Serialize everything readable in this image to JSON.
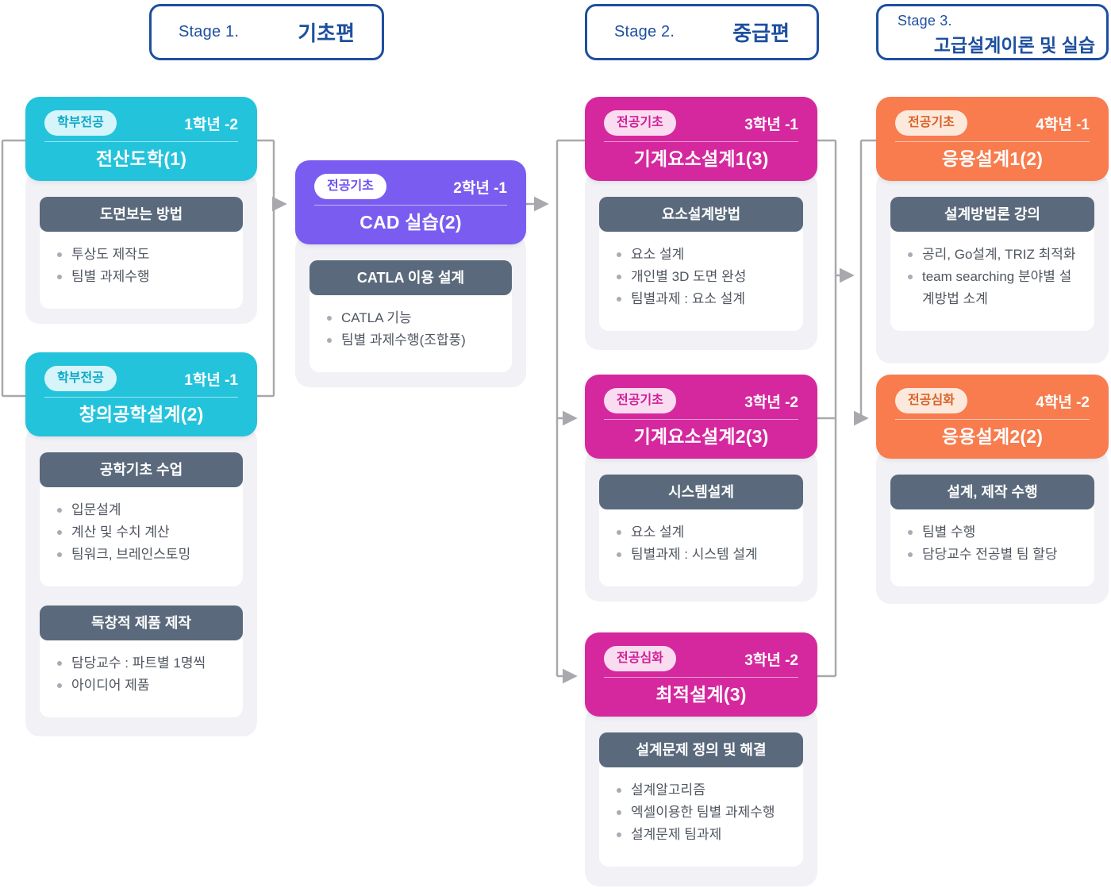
{
  "stages": [
    {
      "label": "Stage 1.",
      "title": "기초편"
    },
    {
      "label": "Stage 2.",
      "title": "중급편"
    },
    {
      "label": "Stage 3.",
      "title": "고급설계이론 및 실습"
    }
  ],
  "cards": [
    {
      "badge": "학부전공",
      "term": "1학년 -2",
      "title": "전산도학(1)",
      "sections": [
        {
          "heading": "도면보는 방법",
          "bullets": [
            "투상도 제작도",
            "팀별 과제수행"
          ]
        }
      ]
    },
    {
      "badge": "학부전공",
      "term": "1학년 -1",
      "title": "창의공학설계(2)",
      "sections": [
        {
          "heading": "공학기초 수업",
          "bullets": [
            "입문설계",
            "계산 및 수치 계산",
            "팀워크, 브레인스토밍"
          ]
        },
        {
          "heading": "독창적 제품 제작",
          "bullets": [
            "담당교수 : 파트별 1명씩",
            "아이디어 제품"
          ]
        }
      ]
    },
    {
      "badge": "전공기초",
      "term": "2학년 -1",
      "title": "CAD 실습(2)",
      "sections": [
        {
          "heading": "CATLA 이용 설계",
          "bullets": [
            "CATLA 기능",
            "팀별 과제수행(조합풍)"
          ]
        }
      ]
    },
    {
      "badge": "전공기초",
      "term": "3학년 -1",
      "title": "기계요소설계1(3)",
      "sections": [
        {
          "heading": "요소설계방법",
          "bullets": [
            "요소 설계",
            "개인별 3D 도면 완성",
            "팀별과제 : 요소 설계"
          ]
        }
      ]
    },
    {
      "badge": "전공기초",
      "term": "3학년 -2",
      "title": "기계요소설계2(3)",
      "sections": [
        {
          "heading": "시스템설계",
          "bullets": [
            "요소 설계",
            "팀별과제 : 시스템 설계"
          ]
        }
      ]
    },
    {
      "badge": "전공심화",
      "term": "3학년 -2",
      "title": "최적설계(3)",
      "sections": [
        {
          "heading": "설계문제 정의 및 해결",
          "bullets": [
            "설계알고리즘",
            "엑셀이용한 팀별 과제수행",
            "설계문제 팀과제"
          ]
        }
      ]
    },
    {
      "badge": "전공기초",
      "term": "4학년 -1",
      "title": "응용설계1(2)",
      "sections": [
        {
          "heading": "설계방법론 강의",
          "bullets": [
            "공리, Go설계, TRIZ 최적화",
            "team searching 분야별 설계방법 소계"
          ]
        }
      ]
    },
    {
      "badge": "전공심화",
      "term": "4학년 -2",
      "title": "응용설계2(2)",
      "sections": [
        {
          "heading": "설계, 제작 수행",
          "bullets": [
            "팀별 수행",
            "담당교수 전공별 팀 할당"
          ]
        }
      ]
    }
  ],
  "colors": {
    "stage_blue": "#1d4f9f",
    "cyan": "#24c3dc",
    "purple": "#7a5df0",
    "magenta": "#d5289e",
    "orange": "#f87c4e",
    "slate_heading": "#5a6a7c",
    "card_body_bg": "#f1f1f6",
    "connector_gray": "#a9a9ad"
  }
}
